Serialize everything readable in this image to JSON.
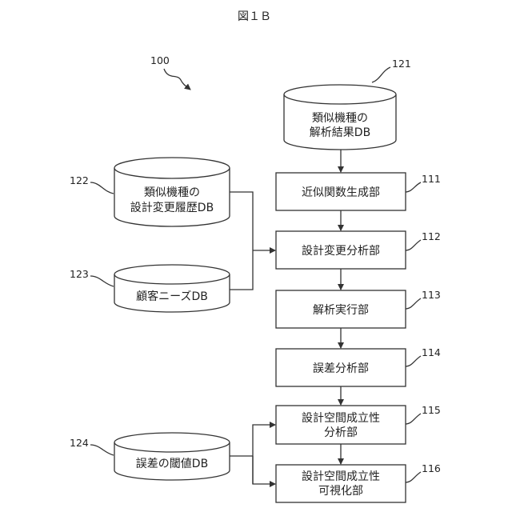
{
  "figure": {
    "title": "図１Ｂ",
    "system_ref": "100"
  },
  "databases": {
    "similar_results": {
      "ref": "121",
      "lines": [
        "類似機種の",
        "解析結果DB"
      ]
    },
    "similar_history": {
      "ref": "122",
      "lines": [
        "類似機種の",
        "設計変更履歴DB"
      ]
    },
    "customer_needs": {
      "ref": "123",
      "lines": [
        "顧客ニーズDB"
      ]
    },
    "error_threshold": {
      "ref": "124",
      "lines": [
        "誤差の閾値DB"
      ]
    }
  },
  "units": {
    "approx_gen": {
      "ref": "111",
      "lines": [
        "近似関数生成部"
      ]
    },
    "design_change": {
      "ref": "112",
      "lines": [
        "設計変更分析部"
      ]
    },
    "analysis_exec": {
      "ref": "113",
      "lines": [
        "解析実行部"
      ]
    },
    "error_analysis": {
      "ref": "114",
      "lines": [
        "誤差分析部"
      ]
    },
    "space_analysis": {
      "ref": "115",
      "lines": [
        "設計空間成立性",
        "分析部"
      ]
    },
    "space_visual": {
      "ref": "116",
      "lines": [
        "設計空間成立性",
        "可視化部"
      ]
    }
  }
}
